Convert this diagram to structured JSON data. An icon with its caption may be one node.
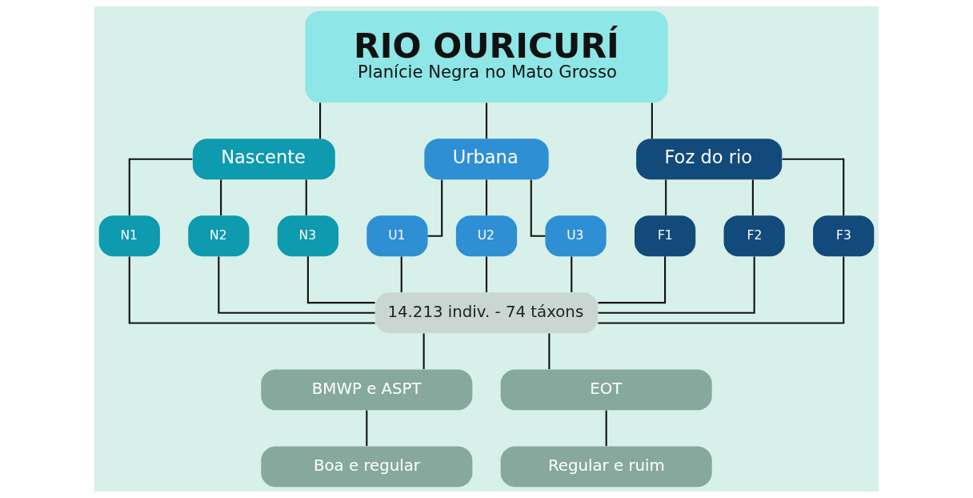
{
  "diagram": {
    "nodes": [
      {
        "text": [
          "RIO OURICURÍ",
          "Planície Negra no Mato Grosso"
        ]
      },
      {
        "text": [
          "Nascente"
        ]
      },
      {
        "text": [
          "Urbana"
        ]
      },
      {
        "text": [
          "Foz do rio"
        ]
      },
      {
        "text": [
          "N1"
        ]
      },
      {
        "text": [
          "N2"
        ]
      },
      {
        "text": [
          "N3"
        ]
      },
      {
        "text": [
          "U1"
        ]
      },
      {
        "text": [
          "U2"
        ]
      },
      {
        "text": [
          "U3"
        ]
      },
      {
        "text": [
          "F1"
        ]
      },
      {
        "text": [
          "F2"
        ]
      },
      {
        "text": [
          "F3"
        ]
      },
      {
        "text": [
          "14.213 indiv. - 74 táxons"
        ]
      },
      {
        "text": [
          "BMWP e ASPT"
        ]
      },
      {
        "text": [
          "EOT"
        ]
      },
      {
        "text": [
          "Boa e regular"
        ]
      },
      {
        "text": [
          "Regular e ruim"
        ]
      }
    ],
    "edges": [
      {
        "from": 0,
        "to": 1,
        "arrow": "none"
      },
      {
        "from": 0,
        "to": 2,
        "arrow": "none"
      },
      {
        "from": 0,
        "to": 3,
        "arrow": "none"
      },
      {
        "from": 1,
        "to": 4,
        "arrow": "none"
      },
      {
        "from": 1,
        "to": 5,
        "arrow": "none"
      },
      {
        "from": 1,
        "to": 6,
        "arrow": "none"
      },
      {
        "from": 2,
        "to": 7,
        "arrow": "none"
      },
      {
        "from": 2,
        "to": 8,
        "arrow": "none"
      },
      {
        "from": 2,
        "to": 9,
        "arrow": "none"
      },
      {
        "from": 3,
        "to": 10,
        "arrow": "none"
      },
      {
        "from": 3,
        "to": 11,
        "arrow": "none"
      },
      {
        "from": 3,
        "to": 12,
        "arrow": "none"
      },
      {
        "from": 4,
        "to": 13,
        "arrow": "none"
      },
      {
        "from": 5,
        "to": 13,
        "arrow": "none"
      },
      {
        "from": 6,
        "to": 13,
        "arrow": "none"
      },
      {
        "from": 7,
        "to": 13,
        "arrow": "none"
      },
      {
        "from": 8,
        "to": 13,
        "arrow": "none"
      },
      {
        "from": 9,
        "to": 13,
        "arrow": "none"
      },
      {
        "from": 10,
        "to": 13,
        "arrow": "none"
      },
      {
        "from": 11,
        "to": 13,
        "arrow": "none"
      },
      {
        "from": 12,
        "to": 13,
        "arrow": "none"
      },
      {
        "from": 13,
        "to": 14,
        "arrow": "none"
      },
      {
        "from": 13,
        "to": 15,
        "arrow": "none"
      },
      {
        "from": 14,
        "to": 16,
        "arrow": "none"
      },
      {
        "from": 15,
        "to": 17,
        "arrow": "none"
      }
    ]
  }
}
